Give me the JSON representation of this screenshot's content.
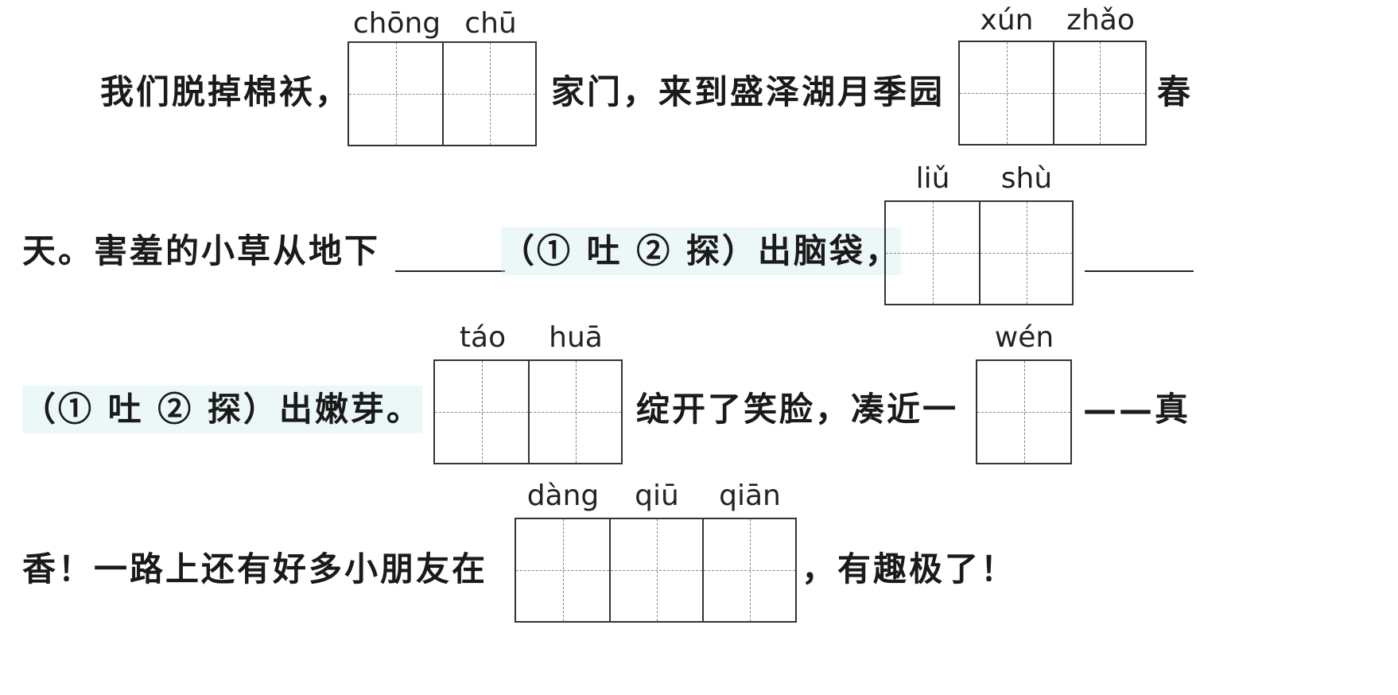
{
  "line1": {
    "t1": "我们脱掉棉袄，",
    "py1": [
      "chōng",
      "chū"
    ],
    "t2": "家门，来到盛泽湖月季园",
    "py2": [
      "xún",
      "zhǎo"
    ],
    "t3": "春"
  },
  "line2": {
    "t1": "天。害羞的小草从地下",
    "options1": "（① 吐 ② 探）出脑袋，",
    "py1": [
      "liǔ",
      "shù"
    ]
  },
  "line3": {
    "options2": "（① 吐 ② 探）出嫩芽。",
    "py1": [
      "táo",
      "huā"
    ],
    "t2": "绽开了笑脸，凑近一",
    "py2": [
      "wén"
    ],
    "t3": "——真"
  },
  "line4": {
    "t1": "香！一路上还有好多小朋友在",
    "py1": [
      "dàng",
      "qiū",
      "qiān"
    ],
    "t2": "，有趣极了！"
  }
}
